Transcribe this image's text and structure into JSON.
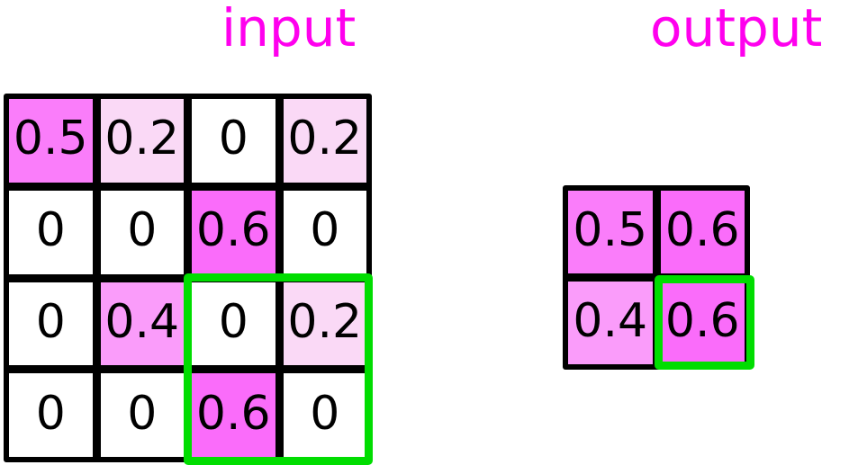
{
  "figure": {
    "kind": "max-pooling-illustration",
    "background_color": "#ffffff",
    "label_color": "#ff00ee",
    "gridline_color": "#000000",
    "highlight_color": "#00dd00"
  },
  "labels": {
    "input": "input",
    "output": "output"
  },
  "value_colors": {
    "0": "#ffffff",
    "0.2": "#fad9f6",
    "0.4": "#fa9cfa",
    "0.5": "#fa7dfa",
    "0.6": "#fa6cfa"
  },
  "input_grid": {
    "rows": 4,
    "cols": 4,
    "cells": [
      [
        {
          "value": "0.5",
          "color": "#fa7dfa",
          "highlighted": false
        },
        {
          "value": "0.2",
          "color": "#fad9f6",
          "highlighted": false
        },
        {
          "value": "0",
          "color": "#ffffff",
          "highlighted": false
        },
        {
          "value": "0.2",
          "color": "#fad9f6",
          "highlighted": false
        }
      ],
      [
        {
          "value": "0",
          "color": "#ffffff",
          "highlighted": false
        },
        {
          "value": "0",
          "color": "#ffffff",
          "highlighted": false
        },
        {
          "value": "0.6",
          "color": "#fa6cfa",
          "highlighted": false
        },
        {
          "value": "0",
          "color": "#ffffff",
          "highlighted": false
        }
      ],
      [
        {
          "value": "0",
          "color": "#ffffff",
          "highlighted": false
        },
        {
          "value": "0.4",
          "color": "#fa9cfa",
          "highlighted": false
        },
        {
          "value": "0",
          "color": "#ffffff",
          "highlighted": true
        },
        {
          "value": "0.2",
          "color": "#fad9f6",
          "highlighted": true
        }
      ],
      [
        {
          "value": "0",
          "color": "#ffffff",
          "highlighted": false
        },
        {
          "value": "0",
          "color": "#ffffff",
          "highlighted": false
        },
        {
          "value": "0.6",
          "color": "#fa6cfa",
          "highlighted": true
        },
        {
          "value": "0",
          "color": "#ffffff",
          "highlighted": true
        }
      ]
    ],
    "highlight_region": {
      "row_start": 3,
      "row_end": 4,
      "col_start": 3,
      "col_end": 4
    }
  },
  "output_grid": {
    "rows": 2,
    "cols": 2,
    "cells": [
      [
        {
          "value": "0.5",
          "color": "#fa7dfa",
          "highlighted": false
        },
        {
          "value": "0.6",
          "color": "#fa6cfa",
          "highlighted": false
        }
      ],
      [
        {
          "value": "0.4",
          "color": "#fa9cfa",
          "highlighted": false
        },
        {
          "value": "0.6",
          "color": "#fa6cfa",
          "highlighted": true
        }
      ]
    ],
    "highlight_region": {
      "row_start": 2,
      "row_end": 2,
      "col_start": 2,
      "col_end": 2
    }
  },
  "chart_data": {
    "type": "heatmap",
    "title": "",
    "subtitle": "",
    "xlabel": "",
    "ylabel": "",
    "grid": true,
    "legend": "none",
    "panels": [
      {
        "name": "input",
        "rows": 4,
        "cols": 4,
        "values": [
          [
            0.5,
            0.2,
            0,
            0.2
          ],
          [
            0,
            0,
            0.6,
            0
          ],
          [
            0,
            0.4,
            0,
            0.2
          ],
          [
            0,
            0,
            0.6,
            0
          ]
        ],
        "annotation": "green box outlines the bottom-right 2x2 pooling window",
        "highlight_cells": [
          [
            3,
            3
          ],
          [
            3,
            4
          ],
          [
            4,
            3
          ],
          [
            4,
            4
          ]
        ]
      },
      {
        "name": "output",
        "rows": 2,
        "cols": 2,
        "values": [
          [
            0.5,
            0.6
          ],
          [
            0.4,
            0.6
          ]
        ],
        "annotation": "green box marks the pooled result of the highlighted input window",
        "highlight_cells": [
          [
            2,
            2
          ]
        ]
      }
    ],
    "colorscale": [
      {
        "value": 0,
        "color": "#ffffff"
      },
      {
        "value": 0.2,
        "color": "#fad9f6"
      },
      {
        "value": 0.4,
        "color": "#fa9cfa"
      },
      {
        "value": 0.5,
        "color": "#fa7dfa"
      },
      {
        "value": 0.6,
        "color": "#fa6cfa"
      }
    ]
  }
}
